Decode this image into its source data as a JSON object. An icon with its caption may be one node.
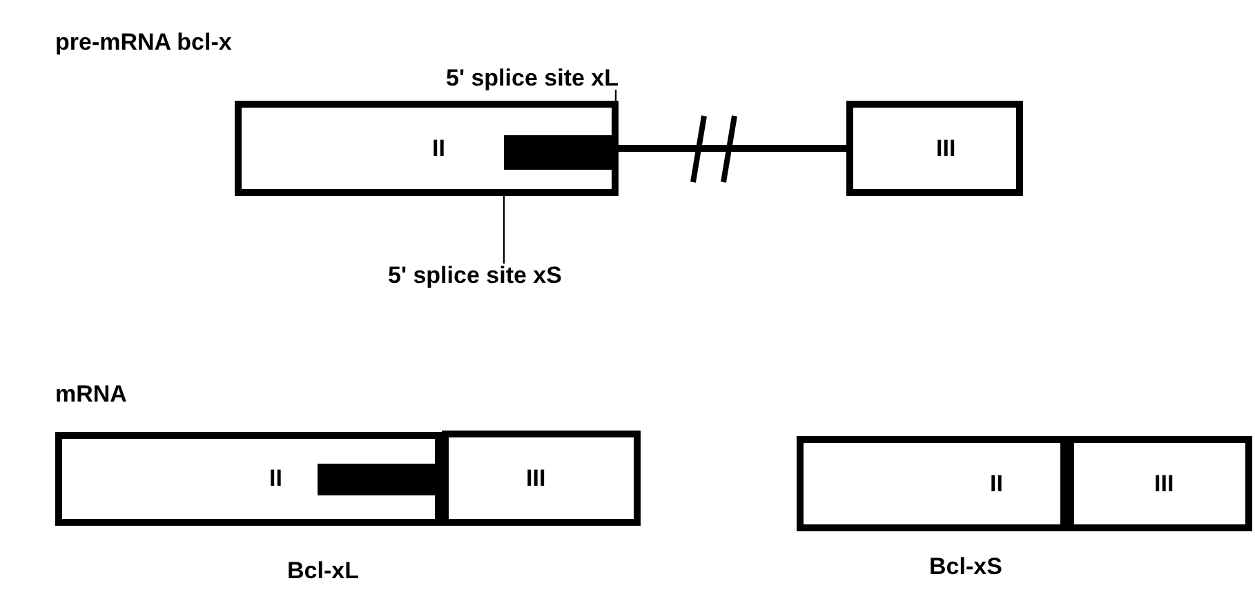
{
  "diagram": {
    "title": "pre-mRNA bcl-x",
    "nodes": [
      {
        "text": [
          "II"
        ]
      },
      {
        "text": [],
        "shape": "bar",
        "in": 0
      },
      {
        "text": [
          "III"
        ]
      },
      {
        "text": [
          "5' splice site xL"
        ]
      },
      {
        "text": [
          "5' splice site xS"
        ]
      },
      {
        "text": [
          "II"
        ]
      },
      {
        "text": [],
        "shape": "bar",
        "in": 5
      },
      {
        "text": [
          "III"
        ]
      },
      {
        "text": [
          "II"
        ]
      },
      {
        "text": [
          "III"
        ]
      }
    ],
    "edges": [
      {
        "from": 0,
        "to": 2,
        "arrow": "none",
        "style": "thick"
      },
      {
        "from": 3,
        "to": 0,
        "arrow": "none"
      },
      {
        "from": 4,
        "to": 0,
        "arrow": "none"
      }
    ],
    "labels": [
      "mRNA",
      "Bcl-xL",
      "Bcl-xS"
    ]
  }
}
